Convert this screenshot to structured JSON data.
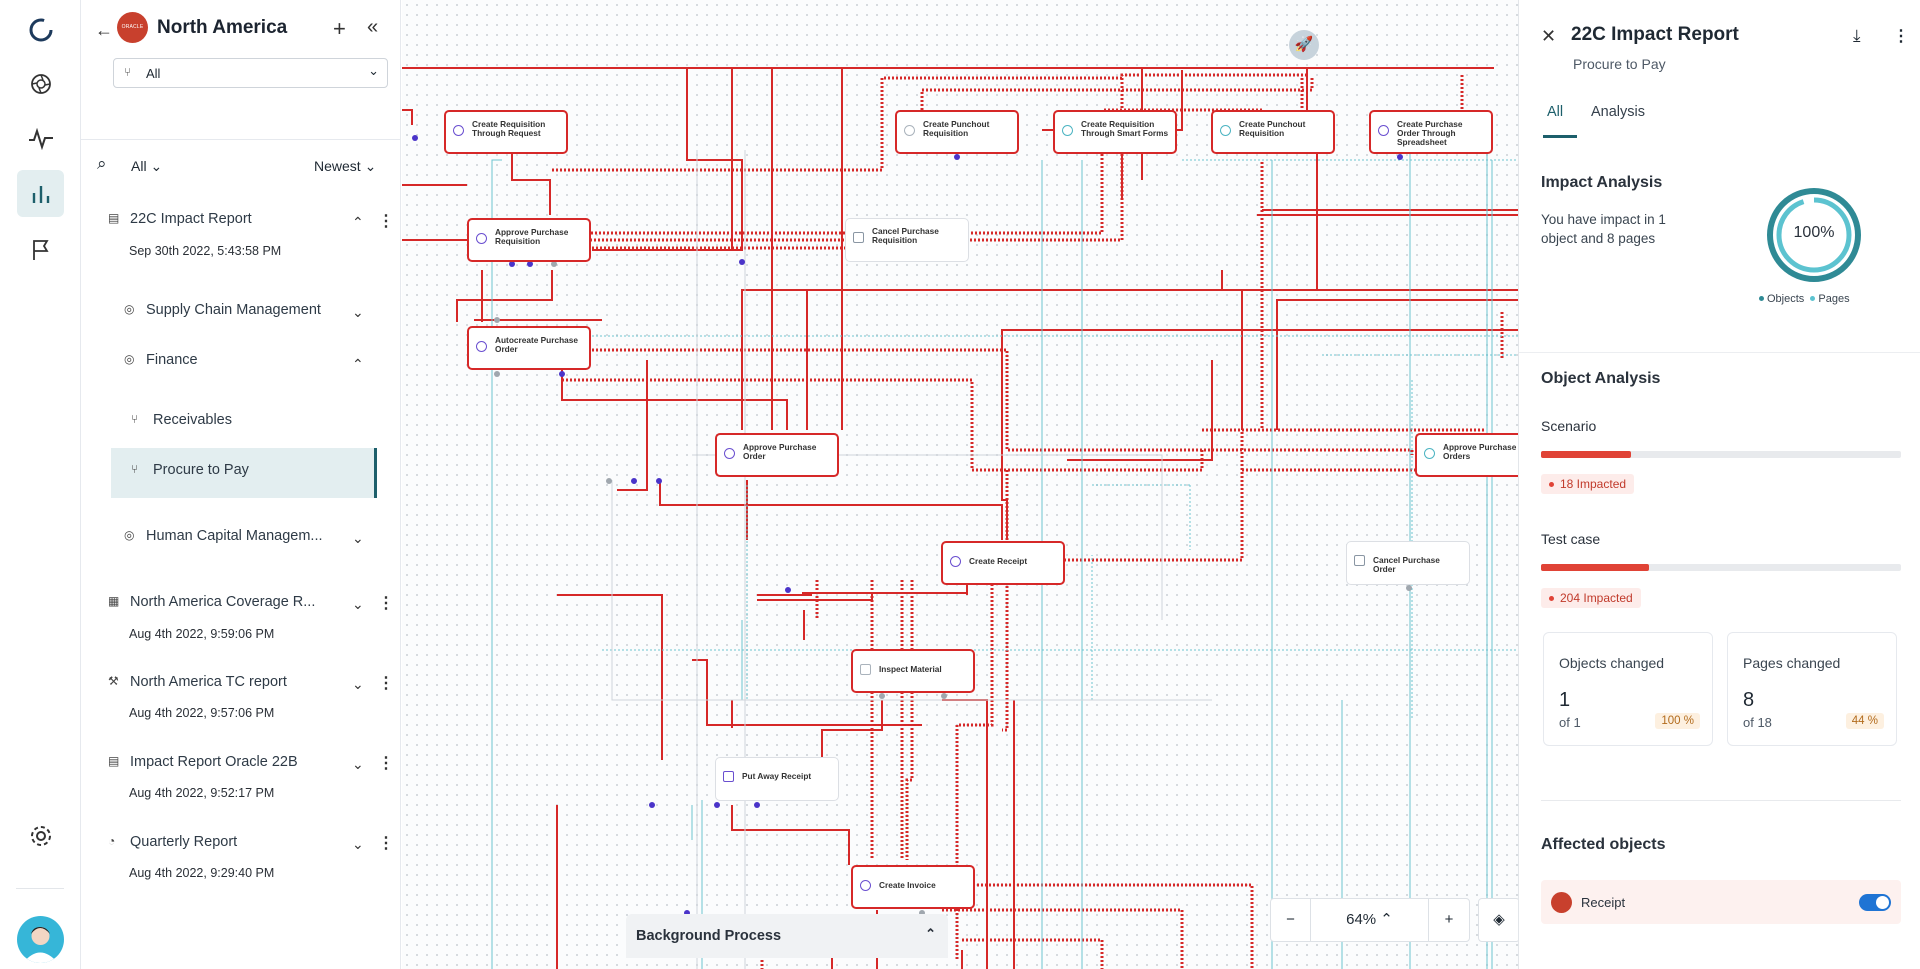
{
  "rail": {
    "items": [
      "logo-icon",
      "aperture-icon",
      "activity-icon",
      "bar-chart-icon",
      "flag-icon",
      "settings-icon"
    ]
  },
  "sidebar": {
    "region": "North America",
    "logo_text": "ORACLE FUSION",
    "filter_value": "All",
    "search_filter": "All",
    "sort": "Newest",
    "reports": [
      {
        "name": "22C Impact Report",
        "date": "Sep 30th 2022, 5:43:58 PM"
      },
      {
        "name": "North America Coverage R...",
        "date": "Aug 4th 2022, 9:59:06 PM"
      },
      {
        "name": "North America TC report",
        "date": "Aug 4th 2022, 9:57:06 PM"
      },
      {
        "name": "Impact Report Oracle 22B",
        "date": "Aug 4th 2022, 9:52:17 PM"
      },
      {
        "name": "Quarterly Report",
        "date": "Aug 4th 2022, 9:29:40 PM"
      }
    ],
    "modules": {
      "scm": "Supply Chain Management",
      "finance": "Finance",
      "receivables": "Receivables",
      "procure": "Procure to Pay",
      "hcm": "Human Capital Managem..."
    }
  },
  "canvas": {
    "nodes": [
      "Create Requisition Through Request",
      "Create Punchout Requisition",
      "Create Requisition Through Smart Forms",
      "Create Punchout Requisition",
      "Create Purchase Order Through Spreadsheet",
      "Approve Purchase Requisition",
      "Cancel Purchase Requisition",
      "Autocreate Purchase Order",
      "Approve Purchase Order",
      "Approve Purchase Orders",
      "Create Receipt",
      "Cancel Purchase Order",
      "Inspect Material",
      "Put Away Receipt",
      "Create Invoice"
    ],
    "zoom": "64%",
    "background_process": "Background Process"
  },
  "panel": {
    "title": "22C Impact Report",
    "subtitle": "Procure to Pay",
    "tabs": [
      "All",
      "Analysis"
    ],
    "impact_title": "Impact Analysis",
    "impact_text": "You have impact in 1 object and 8 pages",
    "donut_value": "100%",
    "donut_fraction": 1.0,
    "legend": [
      "Objects",
      "Pages"
    ],
    "object_analysis": "Object Analysis",
    "scenario": {
      "label": "Scenario",
      "impacted": "18 Impacted",
      "fraction": 0.25
    },
    "testcase": {
      "label": "Test case",
      "impacted": "204 Impacted",
      "fraction": 0.3
    },
    "cards": [
      {
        "title": "Objects changed",
        "num": "1",
        "of": "of 1",
        "pct": "100 %"
      },
      {
        "title": "Pages changed",
        "num": "8",
        "of": "of 18",
        "pct": "44 %"
      }
    ],
    "affected_title": "Affected objects",
    "affected": [
      {
        "label": "Receipt",
        "enabled": true
      }
    ]
  },
  "colors": {
    "accent": "#1d5f6b",
    "impact_red": "#d62828",
    "teal": "#4cb4c2",
    "selected_bg": "#e3eef0"
  }
}
